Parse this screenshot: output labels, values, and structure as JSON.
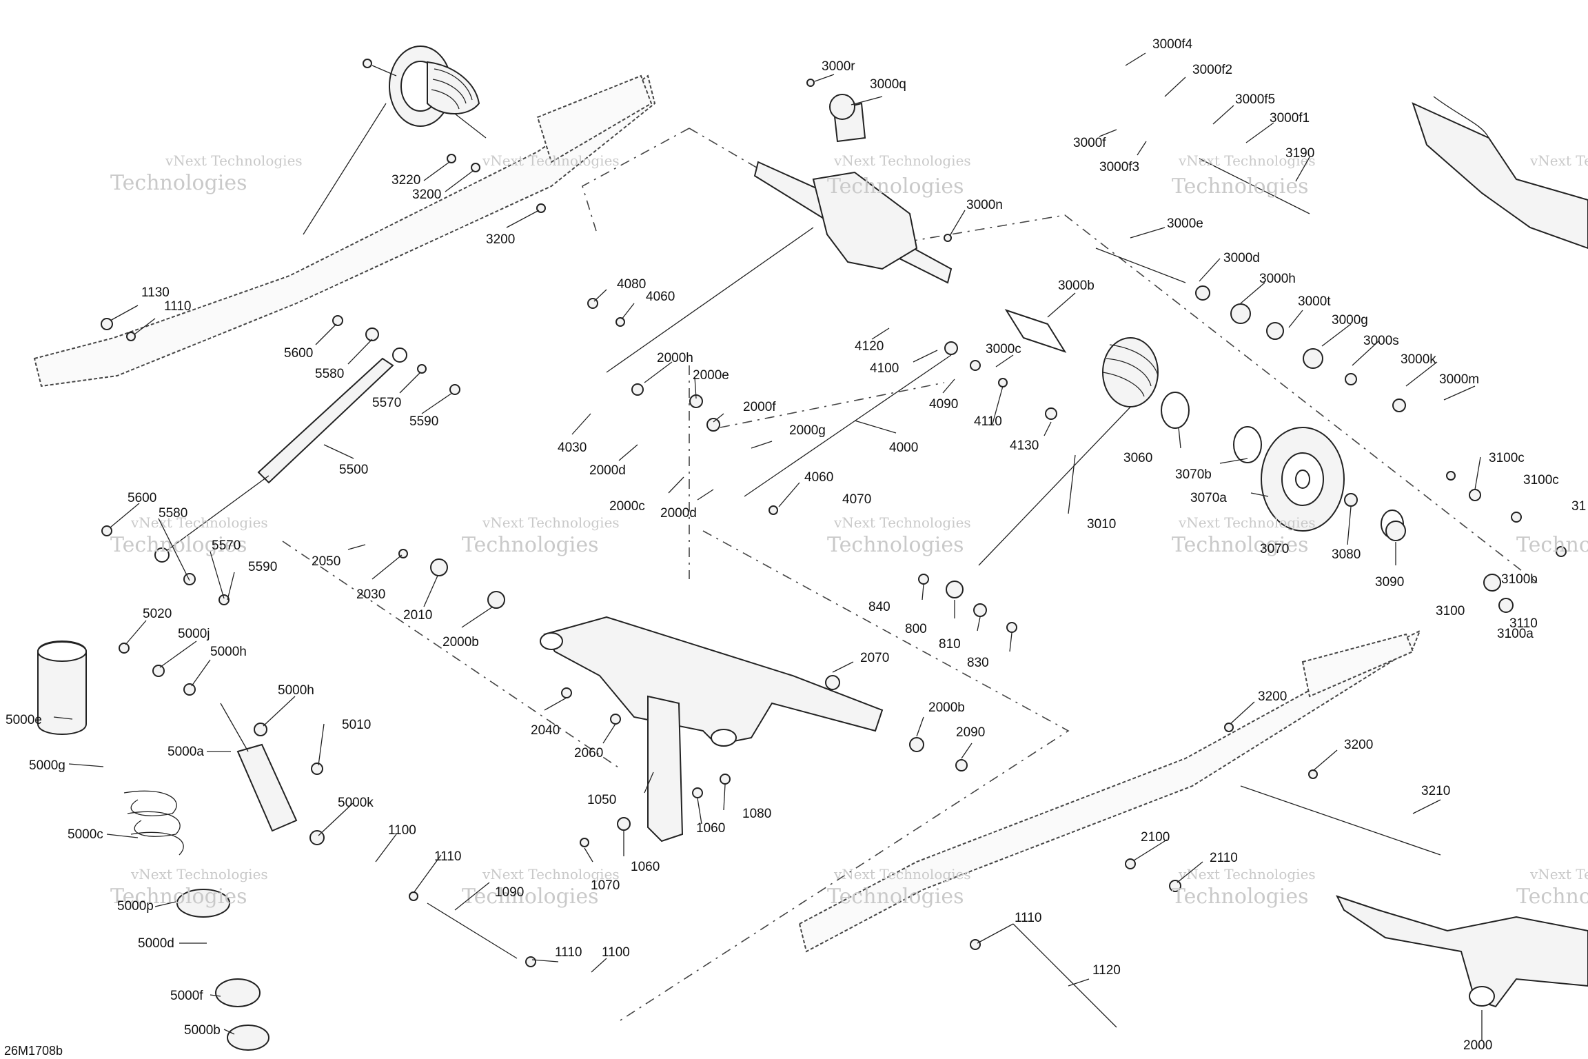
{
  "diagram_code": "26M1708b",
  "watermark": {
    "line1": "vNext Technologies",
    "line2": "Technologies"
  },
  "labels": [
    {
      "id": "3220",
      "text": "3220"
    },
    {
      "id": "3200a",
      "text": "3200"
    },
    {
      "id": "3200b",
      "text": "3200"
    },
    {
      "id": "1130",
      "text": "1130"
    },
    {
      "id": "1110a",
      "text": "1110"
    },
    {
      "id": "5600a",
      "text": "5600"
    },
    {
      "id": "5580a",
      "text": "5580"
    },
    {
      "id": "5570a",
      "text": "5570"
    },
    {
      "id": "5590a",
      "text": "5590"
    },
    {
      "id": "5500",
      "text": "5500"
    },
    {
      "id": "5600b",
      "text": "5600"
    },
    {
      "id": "5580b",
      "text": "5580"
    },
    {
      "id": "5570b",
      "text": "5570"
    },
    {
      "id": "5590b",
      "text": "5590"
    },
    {
      "id": "2050",
      "text": "2050"
    },
    {
      "id": "2030",
      "text": "2030"
    },
    {
      "id": "2010",
      "text": "2010"
    },
    {
      "id": "2000b_a",
      "text": "2000b"
    },
    {
      "id": "5020",
      "text": "5020"
    },
    {
      "id": "5000j",
      "text": "5000j"
    },
    {
      "id": "5000h_a",
      "text": "5000h"
    },
    {
      "id": "5000h_b",
      "text": "5000h"
    },
    {
      "id": "5010",
      "text": "5010"
    },
    {
      "id": "5000e",
      "text": "5000e"
    },
    {
      "id": "5000a",
      "text": "5000a"
    },
    {
      "id": "5000g",
      "text": "5000g"
    },
    {
      "id": "5000c",
      "text": "5000c"
    },
    {
      "id": "5000k",
      "text": "5000k"
    },
    {
      "id": "1100a",
      "text": "1100"
    },
    {
      "id": "1110b",
      "text": "1110"
    },
    {
      "id": "1090",
      "text": "1090"
    },
    {
      "id": "5000p",
      "text": "5000p"
    },
    {
      "id": "5000d",
      "text": "5000d"
    },
    {
      "id": "5000f",
      "text": "5000f"
    },
    {
      "id": "5000b",
      "text": "5000b"
    },
    {
      "id": "1110c",
      "text": "1110"
    },
    {
      "id": "1100b",
      "text": "1100"
    },
    {
      "id": "3000r",
      "text": "3000r"
    },
    {
      "id": "3000q",
      "text": "3000q"
    },
    {
      "id": "3000n",
      "text": "3000n"
    },
    {
      "id": "4080",
      "text": "4080"
    },
    {
      "id": "4060a",
      "text": "4060"
    },
    {
      "id": "2000h",
      "text": "2000h"
    },
    {
      "id": "2000e",
      "text": "2000e"
    },
    {
      "id": "2000f",
      "text": "2000f"
    },
    {
      "id": "2000g",
      "text": "2000g"
    },
    {
      "id": "4030",
      "text": "4030"
    },
    {
      "id": "2000d_a",
      "text": "2000d"
    },
    {
      "id": "2000c",
      "text": "2000c"
    },
    {
      "id": "2000d_b",
      "text": "2000d"
    },
    {
      "id": "4060b",
      "text": "4060"
    },
    {
      "id": "4070",
      "text": "4070"
    },
    {
      "id": "4120",
      "text": "4120"
    },
    {
      "id": "4100",
      "text": "4100"
    },
    {
      "id": "4000",
      "text": "4000"
    },
    {
      "id": "3000f4",
      "text": "3000f4"
    },
    {
      "id": "3000f2",
      "text": "3000f2"
    },
    {
      "id": "3000f5",
      "text": "3000f5"
    },
    {
      "id": "3000f1",
      "text": "3000f1"
    },
    {
      "id": "3000f",
      "text": "3000f"
    },
    {
      "id": "3000f3",
      "text": "3000f3"
    },
    {
      "id": "3190",
      "text": "3190"
    },
    {
      "id": "3000e",
      "text": "3000e"
    },
    {
      "id": "3000d",
      "text": "3000d"
    },
    {
      "id": "3000b",
      "text": "3000b"
    },
    {
      "id": "3000h",
      "text": "3000h"
    },
    {
      "id": "3000t",
      "text": "3000t"
    },
    {
      "id": "3000g",
      "text": "3000g"
    },
    {
      "id": "3000c",
      "text": "3000c"
    },
    {
      "id": "3000s",
      "text": "3000s"
    },
    {
      "id": "3000k",
      "text": "3000k"
    },
    {
      "id": "3000m",
      "text": "3000m"
    },
    {
      "id": "4090",
      "text": "4090"
    },
    {
      "id": "4110",
      "text": "4110"
    },
    {
      "id": "4130",
      "text": "4130"
    },
    {
      "id": "3060",
      "text": "3060"
    },
    {
      "id": "3070b",
      "text": "3070b"
    },
    {
      "id": "3070a",
      "text": "3070a"
    },
    {
      "id": "3070",
      "text": "3070"
    },
    {
      "id": "3010",
      "text": "3010"
    },
    {
      "id": "3080",
      "text": "3080"
    },
    {
      "id": "3090",
      "text": "3090"
    },
    {
      "id": "3100c_a",
      "text": "3100c"
    },
    {
      "id": "3100c_b",
      "text": "3100c"
    },
    {
      "id": "31_",
      "text": "31"
    },
    {
      "id": "3100b",
      "text": "3100b"
    },
    {
      "id": "3100",
      "text": "3100"
    },
    {
      "id": "3110",
      "text": "3110"
    },
    {
      "id": "3100a",
      "text": "3100a"
    },
    {
      "id": "840",
      "text": "840"
    },
    {
      "id": "800",
      "text": "800"
    },
    {
      "id": "810",
      "text": "810"
    },
    {
      "id": "830",
      "text": "830"
    },
    {
      "id": "2070",
      "text": "2070"
    },
    {
      "id": "2000b_b",
      "text": "2000b"
    },
    {
      "id": "2090",
      "text": "2090"
    },
    {
      "id": "2040",
      "text": "2040"
    },
    {
      "id": "2060",
      "text": "2060"
    },
    {
      "id": "1050",
      "text": "1050"
    },
    {
      "id": "1080",
      "text": "1080"
    },
    {
      "id": "1060a",
      "text": "1060"
    },
    {
      "id": "1060b",
      "text": "1060"
    },
    {
      "id": "1070",
      "text": "1070"
    },
    {
      "id": "3200c",
      "text": "3200"
    },
    {
      "id": "3200d",
      "text": "3200"
    },
    {
      "id": "3210",
      "text": "3210"
    },
    {
      "id": "2100",
      "text": "2100"
    },
    {
      "id": "2110",
      "text": "2110"
    },
    {
      "id": "1110d",
      "text": "1110"
    },
    {
      "id": "1120",
      "text": "1120"
    },
    {
      "id": "2000",
      "text": "2000"
    }
  ]
}
